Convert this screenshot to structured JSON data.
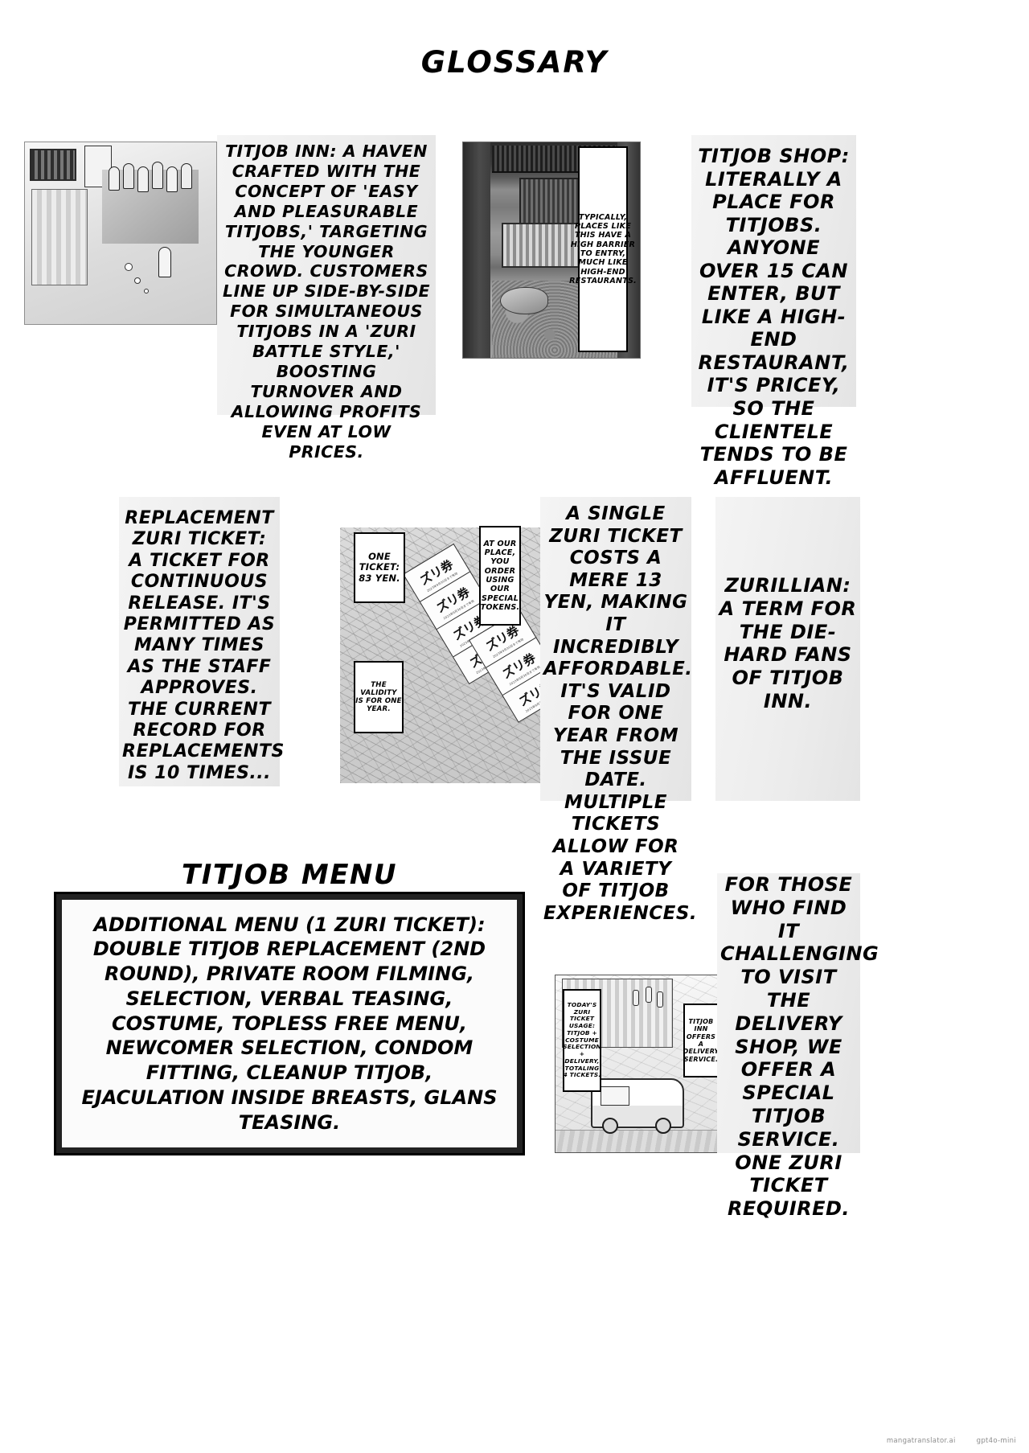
{
  "document": {
    "title": "GLOSSARY",
    "menu_title": "TITJOB MENU"
  },
  "entries": [
    {
      "id": "titjob-inn",
      "caption": "TITJOB INN: A HAVEN CRAFTED WITH THE CONCEPT OF 'EASY AND PLEASURABLE TITJOBS,' TARGETING THE YOUNGER CROWD. CUSTOMERS LINE UP SIDE-BY-SIDE FOR SIMULTANEOUS TITJOBS IN A 'ZURI BATTLE STYLE,' BOOSTING TURNOVER AND ALLOWING PROFITS EVEN AT LOW PRICES.",
      "art_alt": "street-queue-of-customers"
    },
    {
      "id": "titjob-shop",
      "caption": "TITJOB SHOP: LITERALLY A PLACE FOR TITJOBS. ANYONE OVER 15 CAN ENTER, BUT LIKE A HIGH-END RESTAURANT, IT'S PRICEY, SO THE CLIENTELE TENDS TO BE AFFLUENT.",
      "art_alt": "traditional-japanese-estate-gate",
      "balloon": "TYPICALLY, PLACES LIKE THIS HAVE A HIGH BARRIER TO ENTRY, MUCH LIKE HIGH-END RESTAURANTS."
    },
    {
      "id": "replacement-zuri-ticket",
      "caption": "REPLACEMENT ZURI TICKET: A TICKET FOR CONTINUOUS RELEASE. IT'S PERMITTED AS MANY TIMES AS THE STAFF APPROVES. THE CURRENT RECORD FOR REPLACEMENTS IS 10 TIMES..."
    },
    {
      "id": "zuri-ticket-price",
      "caption": "A SINGLE ZURI TICKET COSTS A MERE 13 YEN, MAKING IT INCREDIBLY AFFORDABLE. IT'S VALID FOR ONE YEAR FROM THE ISSUE DATE. MULTIPLE TICKETS ALLOW FOR A VARIETY OF TITJOB EXPERIENCES.",
      "art_alt": "strip-of-zuri-tickets",
      "balloons": {
        "price": "ONE TICKET: 83 YEN.",
        "validity": "THE VALIDITY IS FOR ONE YEAR.",
        "tokens": "AT OUR PLACE, YOU ORDER USING OUR SPECIAL TOKENS."
      },
      "ticket_label": "ズリ券",
      "ticket_sub": "2023年9月30日まで有効",
      "ticket_count": 5
    },
    {
      "id": "zurillian",
      "caption": "ZURILLIAN: A TERM FOR THE DIE-HARD FANS OF TITJOB INN."
    },
    {
      "id": "delivery-service",
      "caption": "FOR THOSE WHO FIND IT CHALLENGING TO VISIT THE DELIVERY SHOP, WE OFFER A SPECIAL TITJOB SERVICE. ONE ZURI TICKET REQUIRED.",
      "art_alt": "delivery-van-outside-shop",
      "balloons": {
        "usage": "TODAY'S ZURI TICKET USAGE: TITJOB + COSTUME SELECTION + DELIVERY, TOTALING 4 TICKETS.",
        "offer": "TITJOB INN OFFERS A DELIVERY SERVICE."
      }
    }
  ],
  "menu": {
    "body": "ADDITIONAL MENU (1 ZURI TICKET): DOUBLE TITJOB REPLACEMENT (2ND ROUND), PRIVATE ROOM FILMING, SELECTION, VERBAL TEASING, COSTUME, TOPLESS FREE MENU, NEWCOMER SELECTION, CONDOM FITTING, CLEANUP TITJOB, EJACULATION INSIDE BREASTS, GLANS TEASING."
  },
  "footer": {
    "watermark": "mangatranslator.ai",
    "model": "gpt4o-mini"
  },
  "colors": {
    "ink": "#000000",
    "paper": "#ffffff",
    "panel_gray": "#d6d6d6",
    "watermark": "#8c8c8c"
  }
}
